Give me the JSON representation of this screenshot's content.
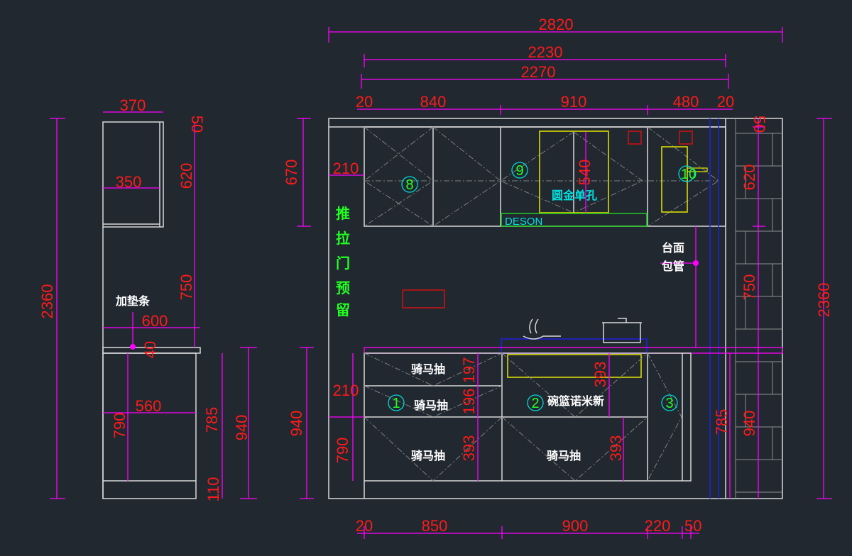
{
  "colors": {
    "background": "#212830",
    "dimension": "#ff1a1a",
    "dimline": "#ff00ff",
    "outline": "#d8d8d8",
    "label": "#ffffff",
    "note_green": "#22ff22",
    "cyan": "#00d8d8",
    "yellow": "#e6e600"
  },
  "side_view": {
    "dims": {
      "w370": "370",
      "h50": "50",
      "w350": "350",
      "h620": "620",
      "h2360": "2360",
      "h750": "750",
      "w600": "600",
      "h40": "40",
      "w560": "560",
      "h790": "790",
      "h785": "785",
      "h940": "940",
      "h110": "110"
    },
    "note": "加垫条"
  },
  "elevation": {
    "top_dims": {
      "d2820": "2820",
      "d2230": "2230",
      "d2270": "2270",
      "d20a": "20",
      "d840": "840",
      "d910": "910",
      "d480": "480",
      "d20b": "20"
    },
    "left_dims": {
      "d670": "670",
      "d210": "210",
      "d940": "940",
      "d210b": "210",
      "d790": "790"
    },
    "right_dims": {
      "d50": "50",
      "d620": "620",
      "d750": "750",
      "d940": "940",
      "d785": "785",
      "d2360": "2360"
    },
    "inner_dims": {
      "d540": "540",
      "d197": "197",
      "d196": "196",
      "d393a": "393",
      "d393b": "393",
      "d393c": "393"
    },
    "bottom_dims": {
      "d20": "20",
      "d850": "850",
      "d900": "900",
      "d220": "220",
      "d50": "50"
    },
    "sliding_door_note": [
      "推",
      "拉",
      "门",
      "预",
      "留"
    ],
    "hood_label": "圆金单孔",
    "brand": "DESON",
    "pipe_note": [
      "台面",
      "包管"
    ],
    "drawer_labels": [
      "骑马抽",
      "骑马抽",
      "骑马抽",
      "骑马抽"
    ],
    "basket_label": "碗篮诺米新",
    "markers": [
      "1",
      "2",
      "3",
      "8",
      "9",
      "10"
    ]
  }
}
